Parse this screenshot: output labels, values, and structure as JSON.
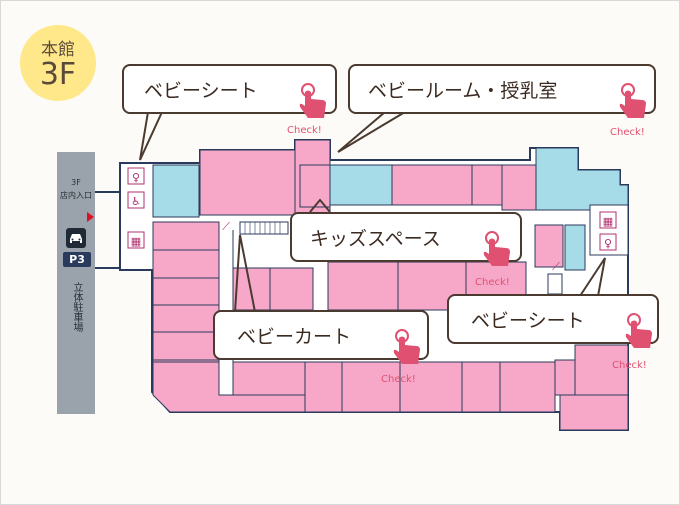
{
  "floor": {
    "building": "本館",
    "level": "3F"
  },
  "parking": {
    "entrance_label_1": "3F",
    "entrance_label_2": "店内入口",
    "badge": "P3",
    "name": "立体駐車場"
  },
  "callouts": [
    {
      "id": "baby-sheet-1",
      "label": "ベビーシート",
      "check": "Check!"
    },
    {
      "id": "baby-room",
      "label": "ベビールーム・授乳室",
      "check": "Check!"
    },
    {
      "id": "kids-space",
      "label": "キッズスペース",
      "check": "Check!"
    },
    {
      "id": "baby-cart",
      "label": "ベビーカート",
      "check": "Check!"
    },
    {
      "id": "baby-sheet-2",
      "label": "ベビーシート",
      "check": "Check!"
    }
  ],
  "colors": {
    "shop": "#f7a8c8",
    "service": "#a6dce8",
    "outline": "#2a3a5c",
    "accent": "#e05070",
    "badge": "#ffe88a"
  }
}
